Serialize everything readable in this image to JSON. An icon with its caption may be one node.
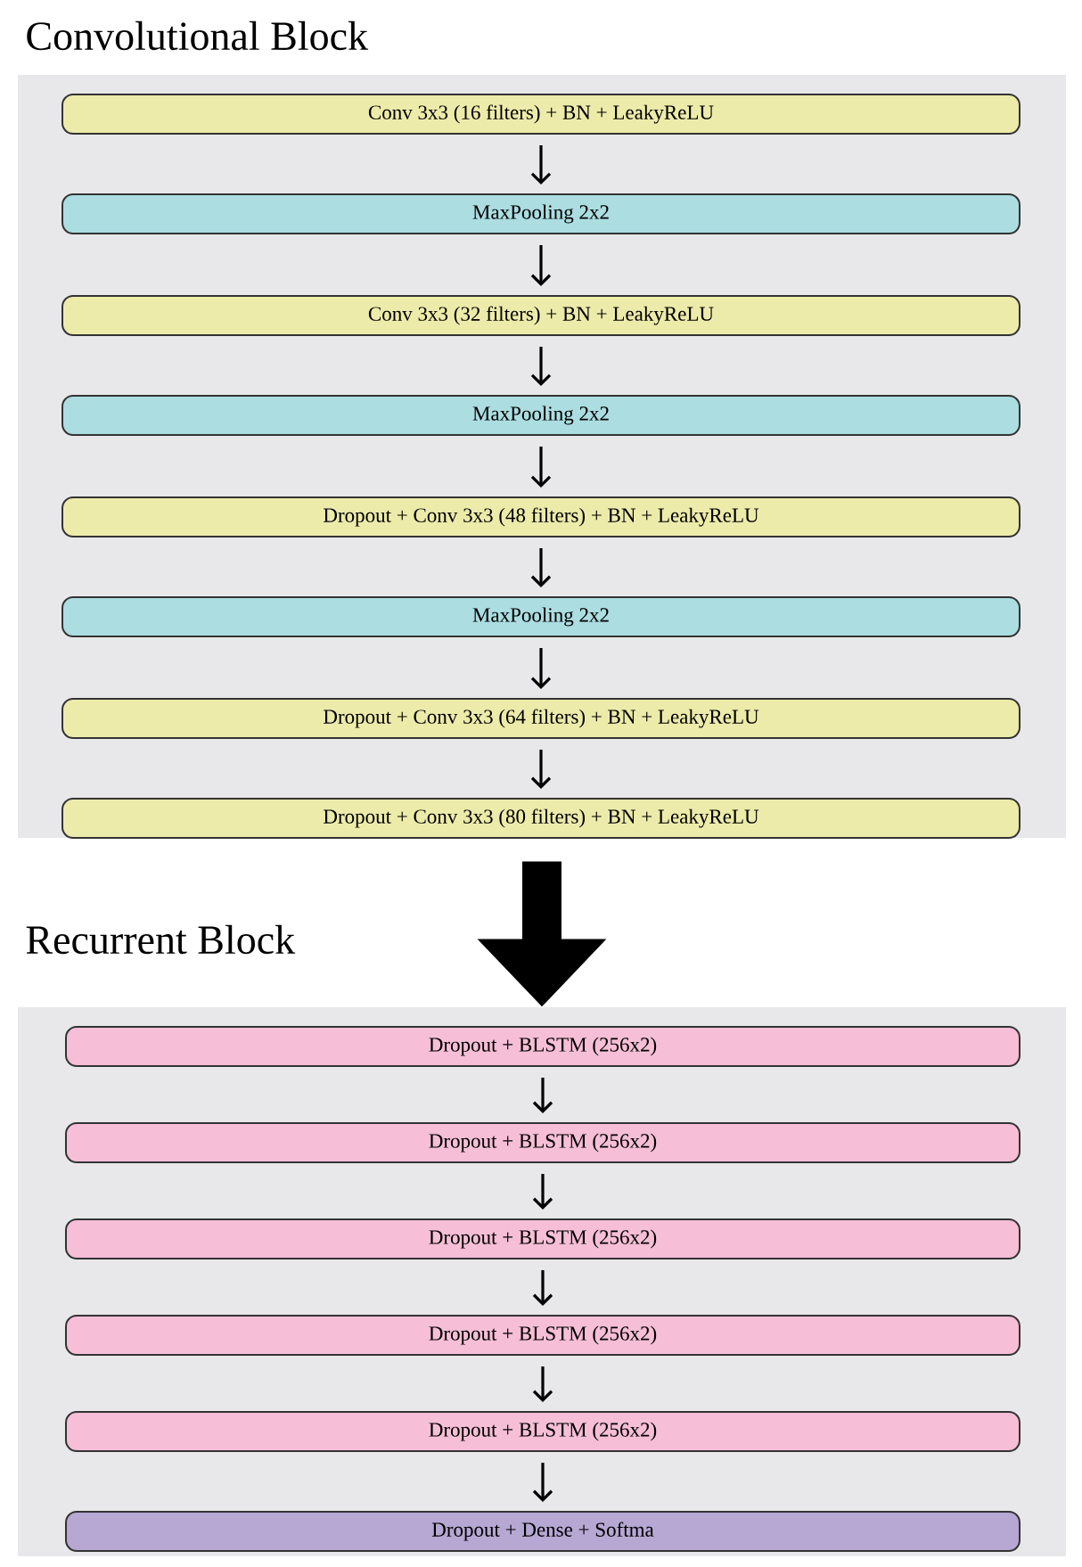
{
  "diagram": {
    "nodes": [
      {
        "text": [
          "Convolutional Block"
        ]
      },
      {
        "text": [
          "Conv 3x3 (16 filters) + BN + LeakyReLU"
        ],
        "in": 0
      },
      {
        "text": [
          "MaxPooling 2x2"
        ],
        "in": 0
      },
      {
        "text": [
          "Conv 3x3 (32 filters) + BN + LeakyReLU"
        ],
        "in": 0
      },
      {
        "text": [
          "MaxPooling 2x2"
        ],
        "in": 0
      },
      {
        "text": [
          "Dropout + Conv 3x3 (48 filters) + BN + LeakyReLU"
        ],
        "in": 0
      },
      {
        "text": [
          "MaxPooling 2x2"
        ],
        "in": 0
      },
      {
        "text": [
          "Dropout + Conv 3x3 (64 filters) + BN + LeakyReLU"
        ],
        "in": 0
      },
      {
        "text": [
          "Dropout + Conv 3x3 (80 filters) + BN + LeakyReLU"
        ],
        "in": 0
      },
      {
        "text": [
          "Recurrent Block"
        ]
      },
      {
        "text": [
          "Dropout + BLSTM (256x2)"
        ],
        "in": 9
      },
      {
        "text": [
          "Dropout + BLSTM (256x2)"
        ],
        "in": 9
      },
      {
        "text": [
          "Dropout + BLSTM (256x2)"
        ],
        "in": 9
      },
      {
        "text": [
          "Dropout + BLSTM (256x2)"
        ],
        "in": 9
      },
      {
        "text": [
          "Dropout + BLSTM (256x2)"
        ],
        "in": 9
      },
      {
        "text": [
          "Dropout + Dense + Softma"
        ],
        "in": 9
      }
    ],
    "edges": [
      {
        "from": 1,
        "to": 2,
        "arrow": "to"
      },
      {
        "from": 2,
        "to": 3,
        "arrow": "to"
      },
      {
        "from": 3,
        "to": 4,
        "arrow": "to"
      },
      {
        "from": 4,
        "to": 5,
        "arrow": "to"
      },
      {
        "from": 5,
        "to": 6,
        "arrow": "to"
      },
      {
        "from": 6,
        "to": 7,
        "arrow": "to"
      },
      {
        "from": 7,
        "to": 8,
        "arrow": "to"
      },
      {
        "from": 0,
        "to": 9,
        "arrow": "to",
        "style": "thick"
      },
      {
        "from": 10,
        "to": 11,
        "arrow": "to"
      },
      {
        "from": 11,
        "to": 12,
        "arrow": "to"
      },
      {
        "from": 12,
        "to": 13,
        "arrow": "to"
      },
      {
        "from": 13,
        "to": 14,
        "arrow": "to"
      },
      {
        "from": 14,
        "to": 15,
        "arrow": "to"
      }
    ]
  }
}
